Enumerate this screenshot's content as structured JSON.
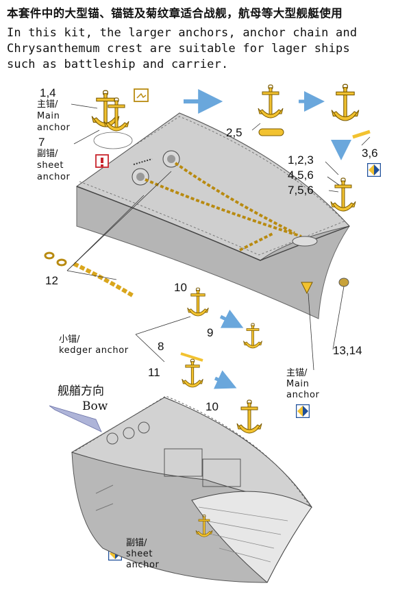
{
  "header": {
    "cn_title": "本套件中的大型锚、锚链及菊纹章适合战舰，航母等大型舰艇使用",
    "en_line1": "In this kit, the larger anchors, anchor chain and",
    "en_line2": "Chrysanthemum crest are suitable for lager ships",
    "en_line3": "such as battleship and carrier."
  },
  "labels": {
    "main_num": "1,4",
    "main_cn": "主锚/",
    "main_en1": "Main",
    "main_en2": "anchor",
    "sheet_num": "7",
    "sheet_cn": "副锚/",
    "sheet_en1": "sheet",
    "sheet_en2": "anchor",
    "p25": "2,5",
    "p36": "3,6",
    "p123": "1,2,3",
    "p456": "4,5,6",
    "p756": "7,5,6",
    "p12": "12",
    "p10a": "10",
    "p9": "9",
    "kedger_cn": "小锚/",
    "kedger_en": "kedger anchor",
    "p8": "8",
    "p11": "11",
    "p10b": "10",
    "p1314": "13,14",
    "main2_cn": "主锚/",
    "main2_en1": "Main",
    "main2_en2": "anchor",
    "bow_cn": "舰艏方向",
    "bow_en": "Bow",
    "sheet2_cn": "副锚/",
    "sheet2_en1": "sheet",
    "sheet2_en2": "anchor"
  },
  "icons": {
    "fold": "fold-icon",
    "caution": "caution-icon",
    "diamond": "diamond-badge-icon"
  },
  "colors": {
    "brass": "#f2c230",
    "brass_dark": "#b88a10",
    "deck": "#c8c8c8",
    "hull": "#b0b0b0",
    "arrow": "#6aa7dc",
    "badge_blue": "#1e4f9a",
    "caution": "#c8242c"
  }
}
